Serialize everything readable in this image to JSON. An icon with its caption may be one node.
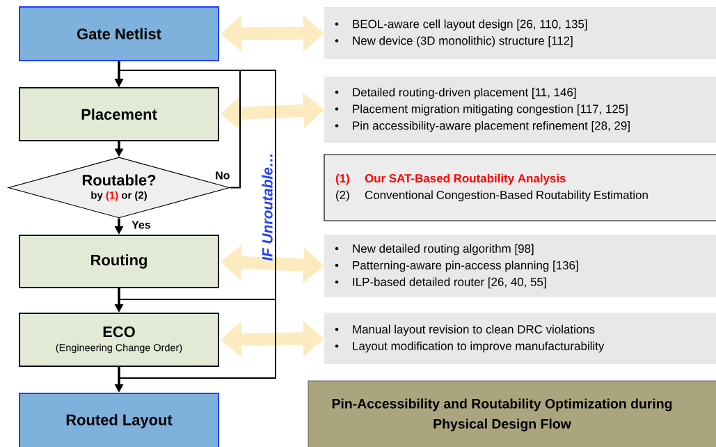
{
  "diagram": {
    "nodes": [
      {
        "text": [
          "Gate Netlist"
        ]
      },
      {
        "text": [
          "Placement"
        ]
      },
      {
        "text": [
          "Routable?",
          "by",
          "(1)",
          "or (2)"
        ]
      },
      {
        "text": [
          "Routing"
        ]
      },
      {
        "text": [
          "ECO",
          "(Engineering Change Order)"
        ]
      },
      {
        "text": [
          "Routed Layout"
        ]
      },
      {
        "text": [
          "BEOL-aware cell layout design [26, 110, 135]",
          "New device (3D monolithic) structure [112]"
        ]
      },
      {
        "text": [
          "Detailed routing-driven placement [11, 146]",
          "Placement migration mitigating congestion [117, 125]",
          "Pin accessibility-aware placement refinement  [28, 29]"
        ]
      },
      {
        "text": [
          "(1)",
          "Our SAT-Based Routability Analysis",
          "(2)",
          "Conventional Congestion-Based Routability Estimation"
        ]
      },
      {
        "text": [
          "New detailed routing algorithm  [98]",
          "Patterning-aware pin-access planning  [136]",
          "ILP-based detailed router  [26, 40, 55]"
        ]
      },
      {
        "text": [
          "Manual layout revision to clean DRC violations",
          "Layout modification to improve manufacturability"
        ]
      },
      {
        "text": [
          "Pin-Accessibility and Routability Optimization during Physical Design Flow"
        ]
      }
    ],
    "edges": [
      {
        "from": 0,
        "to": 1,
        "arrow": "to"
      },
      {
        "from": 1,
        "to": 2,
        "arrow": "to"
      },
      {
        "from": 2,
        "to": 3,
        "arrow": "to",
        "label": "Yes"
      },
      {
        "from": 3,
        "to": 4,
        "arrow": "to"
      },
      {
        "from": 4,
        "to": 5,
        "arrow": "to"
      },
      {
        "from": 2,
        "to": 1,
        "arrow": "to",
        "label": "No"
      },
      {
        "from": 3,
        "to": 1,
        "arrow": "to"
      },
      {
        "from": 4,
        "to": 1,
        "arrow": "to"
      },
      {
        "from": 0,
        "to": 6,
        "arrow": "both",
        "style": "thick",
        "color": "#fdebc0"
      },
      {
        "from": 1,
        "to": 7,
        "arrow": "both",
        "style": "thick",
        "color": "#fdebc0"
      },
      {
        "from": 3,
        "to": 9,
        "arrow": "both",
        "style": "thick",
        "color": "#fdebc0"
      },
      {
        "from": 4,
        "to": 10,
        "arrow": "both",
        "style": "thick",
        "color": "#fdebc0"
      }
    ],
    "labels": [
      "IF Unroutable…"
    ]
  }
}
